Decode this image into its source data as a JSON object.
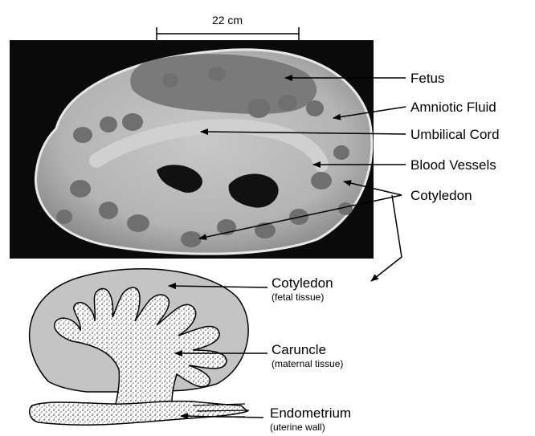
{
  "scale_bar": {
    "label": "22 cm"
  },
  "photo_labels": [
    {
      "id": "fetus",
      "text": "Fetus"
    },
    {
      "id": "amniotic-fluid",
      "text": "Amniotic Fluid"
    },
    {
      "id": "umbilical-cord",
      "text": "Umbilical Cord"
    },
    {
      "id": "blood-vessels",
      "text": "Blood Vessels"
    },
    {
      "id": "cotyledon",
      "text": "Cotyledon"
    }
  ],
  "diagram_labels": {
    "cotyledon": {
      "name": "Cotyledon",
      "note": "(fetal tissue)"
    },
    "caruncle": {
      "name": "Caruncle",
      "note": "(maternal tissue)"
    },
    "endometrium": {
      "name": "Endometrium",
      "note": "(uterine wall)"
    }
  }
}
